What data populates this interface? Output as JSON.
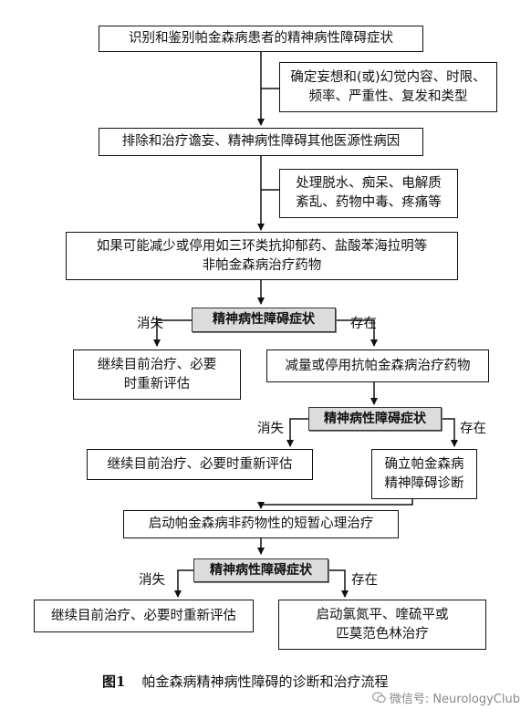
{
  "nodes": {
    "identify": "识别和鉴别帕金森病患者的精神病性障碍症状",
    "determine": "确定妄想和(或)幻觉内容、时限、\n频率、严重性、复发和类型",
    "exclude": "排除和治疗谵妄、精神病性障碍其他医源性病因",
    "handle": "处理脱水、痴呆、电解质\n紊乱、药物中毒、疼痛等",
    "reduce_non_pd": "如果可能减少或停用如三环类抗抑郁药、盐酸苯海拉明等\n非帕金森病治疗药物",
    "symptom_check_1": "精神病性障碍症状",
    "continue_1": "继续目前治疗、必要\n时重新评估",
    "reduce_anti_pd": "减量或停用抗帕金森病治疗药物",
    "symptom_check_2": "精神病性障碍症状",
    "continue_2": "继续目前治疗、必要时重新评估",
    "establish_dx": "确立帕金森病\n精神障碍诊断",
    "start_psycho": "启动帕金森病非药物性的短暂心理治疗",
    "symptom_check_3": "精神病性障碍症状",
    "continue_3": "继续目前治疗、必要时重新评估",
    "start_drugs": "启动氯氮平、喹硫平或\n匹莫范色林治疗"
  },
  "labels": {
    "disappear": "消失",
    "persist": "存在"
  },
  "caption": {
    "figure_no": "图1",
    "title": "帕金森病精神病性障碍的诊断和治疗流程"
  },
  "watermark": {
    "text": "微信号: NeurologyClub"
  }
}
